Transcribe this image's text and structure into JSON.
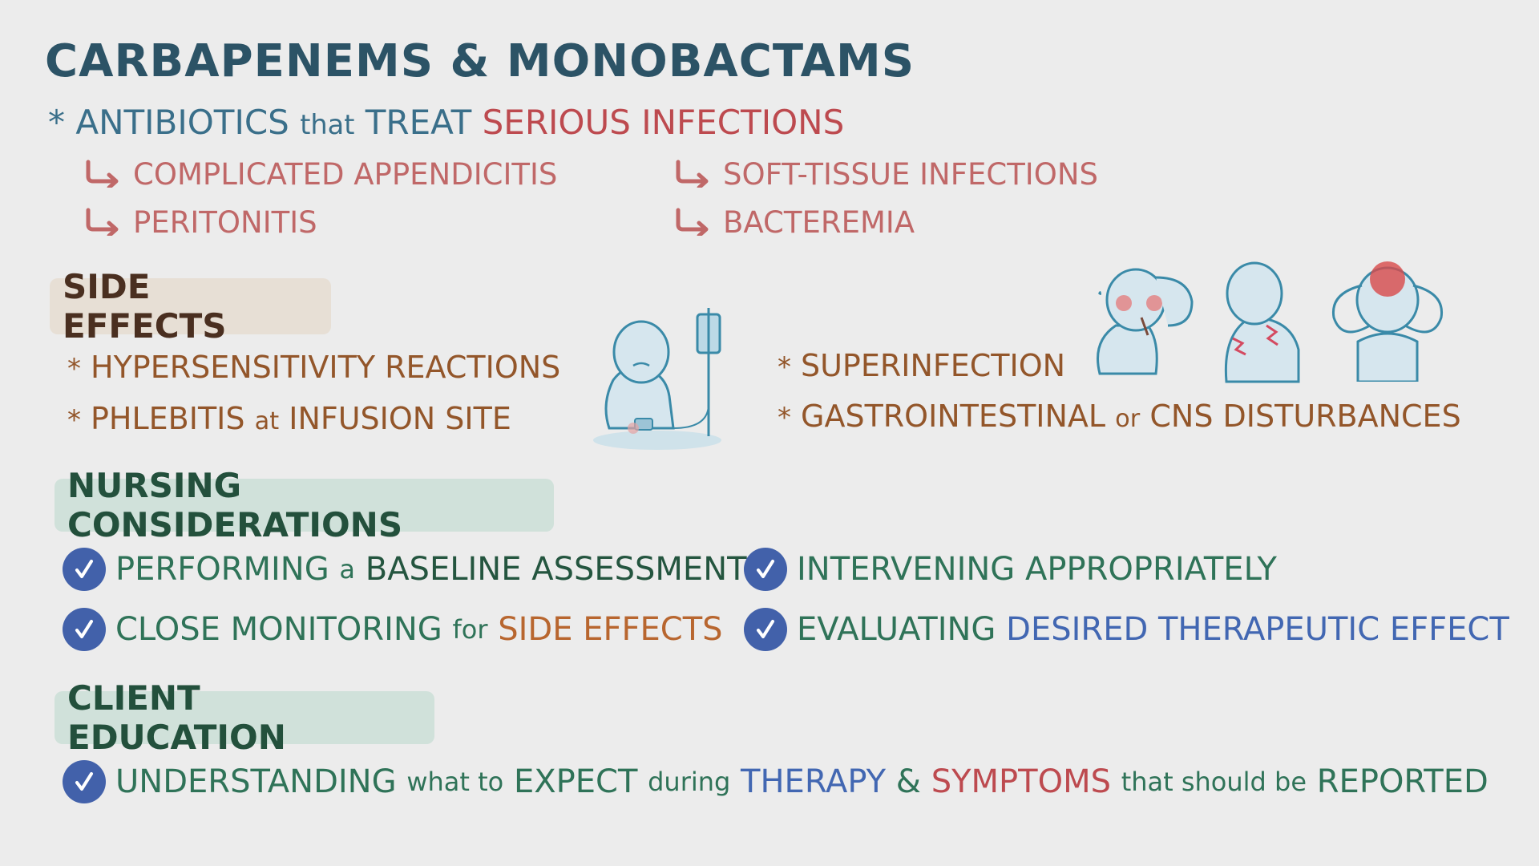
{
  "title": "CARBAPENEMS & MONOBACTAMS",
  "intro": {
    "bullet": "*",
    "part1": "ANTIBIOTICS",
    "part2": "that",
    "part3": "TREAT",
    "part4": "SERIOUS INFECTIONS"
  },
  "infections": [
    {
      "label": "COMPLICATED APPENDICITIS"
    },
    {
      "label": "PERITONITIS"
    },
    {
      "label": "SOFT-TISSUE INFECTIONS"
    },
    {
      "label": "BACTEREMIA"
    }
  ],
  "side_effects": {
    "header": "SIDE EFFECTS",
    "bullet": "*",
    "items": [
      {
        "label": "HYPERSENSITIVITY REACTIONS"
      },
      {
        "pre": "PHLEBITIS",
        "mid": "at",
        "post": "INFUSION SITE"
      },
      {
        "label": "SUPERINFECTION"
      },
      {
        "pre": "GASTROINTESTINAL",
        "mid": "or",
        "post": "CNS DISTURBANCES"
      }
    ],
    "illustrations": [
      "patient-with-iv-drip",
      "fever-with-thermometer",
      "abdominal-pain",
      "headache"
    ]
  },
  "nursing": {
    "header": "NURSING CONSIDERATIONS",
    "items": [
      {
        "a": "PERFORMING",
        "b": "a",
        "c": "BASELINE ASSESSMENT"
      },
      {
        "a": "CLOSE MONITORING",
        "b": "for",
        "c": "SIDE EFFECTS"
      },
      {
        "a": "INTERVENING APPROPRIATELY"
      },
      {
        "a": "EVALUATING",
        "c": "DESIRED THERAPEUTIC EFFECT"
      }
    ]
  },
  "client": {
    "header": "CLIENT EDUCATION",
    "item": {
      "a": "UNDERSTANDING",
      "b": "what to",
      "c": "EXPECT",
      "d": "during",
      "e": "THERAPY",
      "f": "&",
      "g": "SYMPTOMS",
      "h": "that should be",
      "i": "REPORTED"
    }
  },
  "colors": {
    "background": "#ececec",
    "title": "#2c5366",
    "red": "#bd4a4f",
    "pink": "#c06868",
    "brown": "#93562a",
    "green": "#2f7358",
    "blue": "#4267b2",
    "check": "#4261aa"
  }
}
